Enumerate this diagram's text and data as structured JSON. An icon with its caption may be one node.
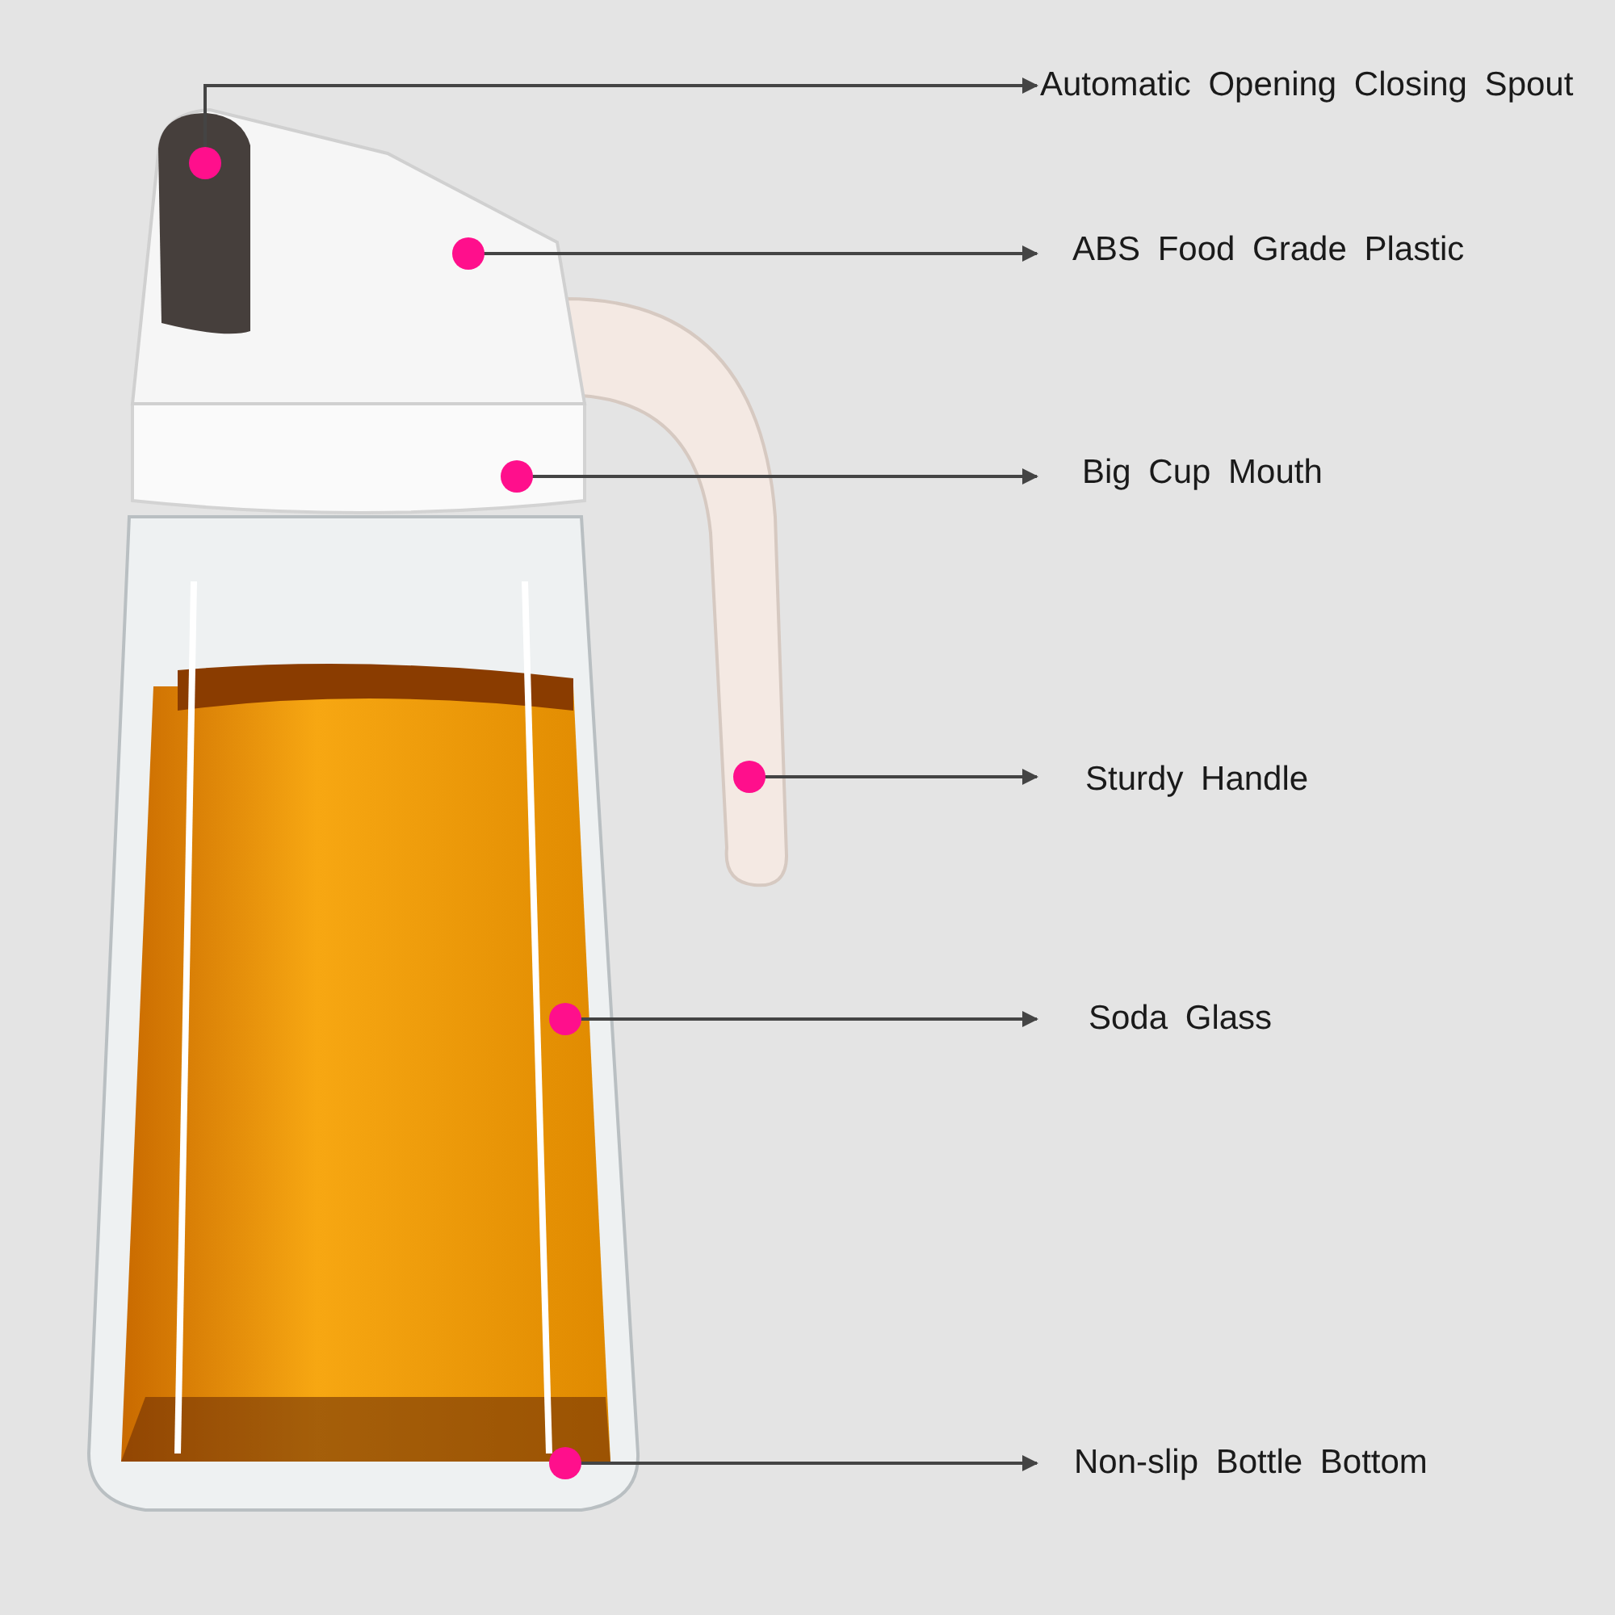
{
  "diagram": {
    "nodes": [
      {
        "text": [
          "Automatic Opening Closing Spout"
        ]
      },
      {
        "text": [],
        "shape": "circle"
      },
      {
        "text": [
          "ABS Food Grade Plastic"
        ]
      },
      {
        "text": [],
        "shape": "circle"
      },
      {
        "text": [
          "Big Cup Mouth"
        ]
      },
      {
        "text": [],
        "shape": "circle"
      },
      {
        "text": [
          "Sturdy Handle"
        ]
      },
      {
        "text": [],
        "shape": "circle"
      },
      {
        "text": [
          "Soda Glass"
        ]
      },
      {
        "text": [],
        "shape": "circle"
      },
      {
        "text": [
          "Non-slip Bottle Bottom"
        ]
      },
      {
        "text": [],
        "shape": "circle"
      }
    ],
    "edges": [
      {
        "from": 1,
        "to": 0,
        "arrow": "to"
      },
      {
        "from": 3,
        "to": 2,
        "arrow": "to"
      },
      {
        "from": 5,
        "to": 4,
        "arrow": "to"
      },
      {
        "from": 7,
        "to": 6,
        "arrow": "to"
      },
      {
        "from": 9,
        "to": 8,
        "arrow": "to"
      },
      {
        "from": 11,
        "to": 10,
        "arrow": "to"
      }
    ]
  }
}
